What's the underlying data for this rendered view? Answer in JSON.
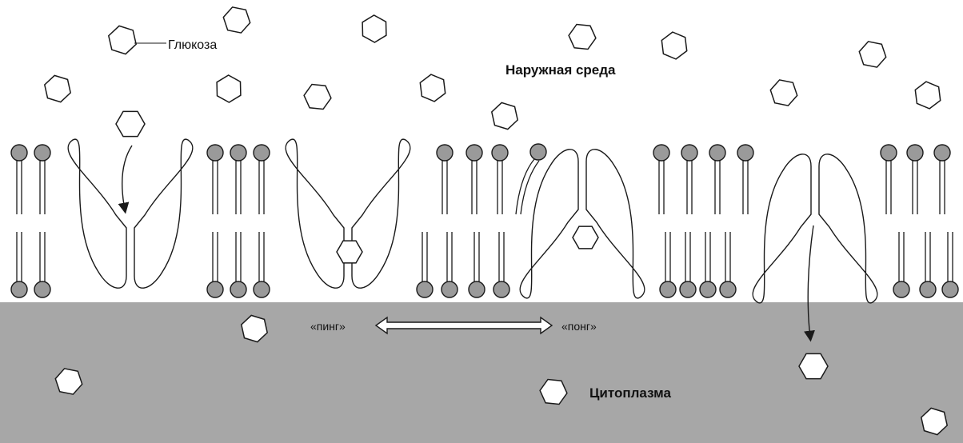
{
  "labels": {
    "glucose": "Глюкоза",
    "outside": "Наружная среда",
    "cytoplasm": "Цитоплазма",
    "ping": "«пинг»",
    "pong": "«понг»"
  },
  "colors": {
    "cytoplasm": "#a7a7a7",
    "lipid_head": "#9a9a9a",
    "outline": "#1a1a1a",
    "background": "#ffffff"
  },
  "icons": [
    "glucose-hexagon-icon",
    "lipid-head-icon",
    "transporter-protein",
    "double-arrow-icon"
  ]
}
